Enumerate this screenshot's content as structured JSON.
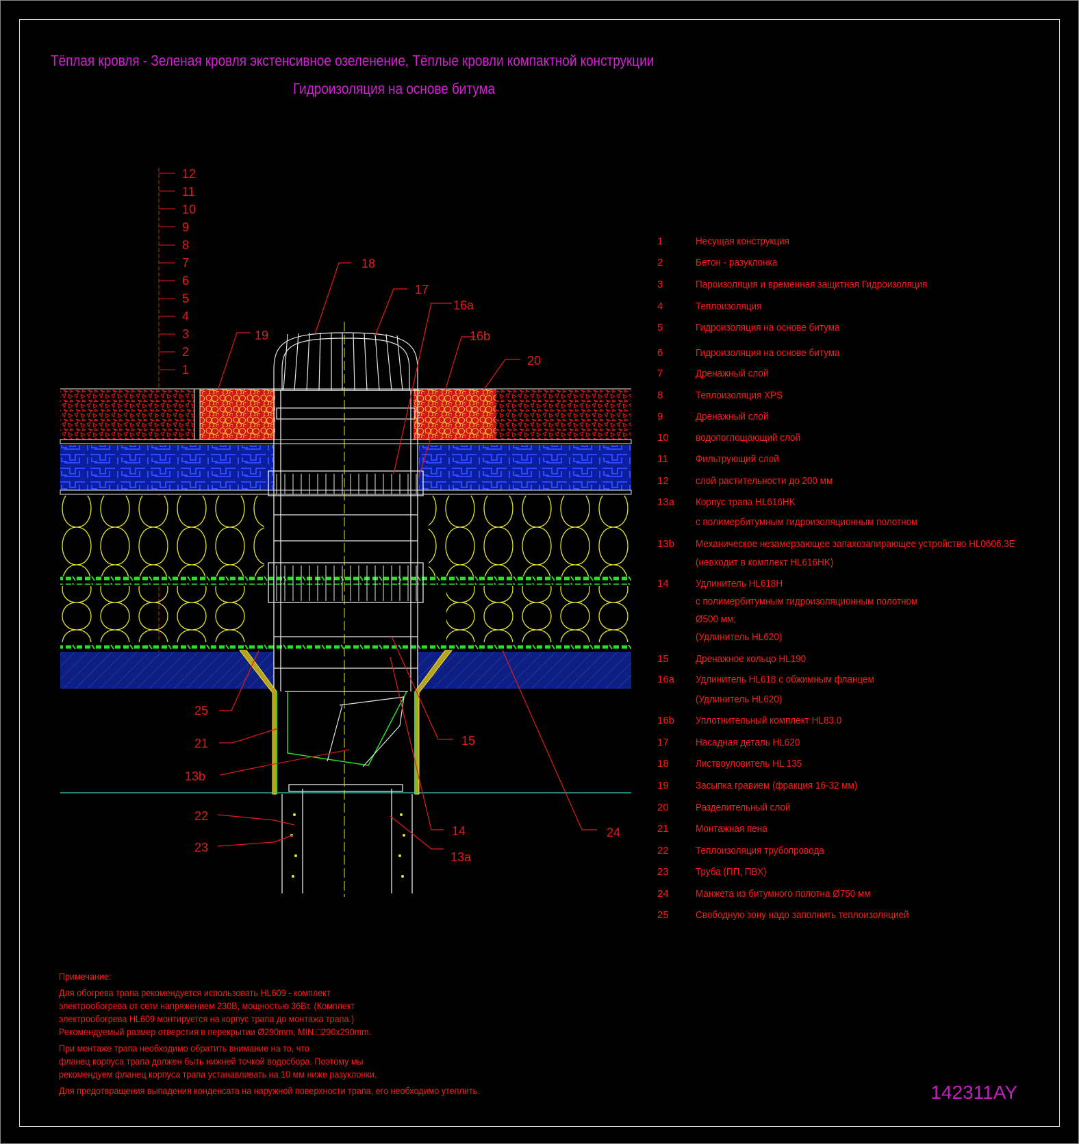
{
  "title": {
    "line1": "Тёплая кровля - Зеленая кровля экстенсивное озеленение, Тёплые кровли компактной конструкции",
    "line2": "Гидроизоляция на основе битума"
  },
  "drawing_code": "142311AY",
  "layer_scale": [
    "12",
    "11",
    "10",
    "9",
    "8",
    "7",
    "6",
    "5",
    "4",
    "3",
    "2",
    "1"
  ],
  "callouts": [
    "18",
    "17",
    "16a",
    "16b",
    "19",
    "20",
    "25",
    "21",
    "13b",
    "15",
    "22",
    "23",
    "14",
    "13a",
    "24"
  ],
  "legend": [
    {
      "num": "1",
      "text": "Несущая конструкция"
    },
    {
      "num": "2",
      "text": "Бетон - разуклонка"
    },
    {
      "num": "3",
      "text": "Пароизоляция и временная защитная Гидроизоляция"
    },
    {
      "num": "4",
      "text": "Теплоизоляция"
    },
    {
      "num": "5",
      "text": "Гидроизоляция на основе битума"
    },
    {
      "num": "6",
      "text": "Гидроизоляция на основе битума"
    },
    {
      "num": "7",
      "text": "Дренажный слой"
    },
    {
      "num": "8",
      "text": "Теплоизоляция XPS"
    },
    {
      "num": "9",
      "text": "Дренажный слой"
    },
    {
      "num": "10",
      "text": "водопоглощающий слой"
    },
    {
      "num": "11",
      "text": "Фильтрующий слой"
    },
    {
      "num": "12",
      "text": "слой растительности до 200 мм"
    },
    {
      "num": "13a",
      "text": "Корпус трапа HL616HK"
    },
    {
      "num": "",
      "text": "с полимербитумным гидроизоляционным полотном"
    },
    {
      "num": "13b",
      "text": "Механическое незамерзающее запахозапирающее устройство HL0606.3E"
    },
    {
      "num": "",
      "text": "(невходит в комплект HL616HK)"
    },
    {
      "num": "14",
      "text": "Удлинитель HL618H"
    },
    {
      "num": "",
      "text": " с полимербитумным гидроизоляционным полотном"
    },
    {
      "num": "",
      "text": "Ø500 мм;"
    },
    {
      "num": "",
      "text": "(Удлинитель HL620)"
    },
    {
      "num": "15",
      "text": "Дренажное кольцо HL190"
    },
    {
      "num": "16a",
      "text": "Удлинитель HL618 с обжимным фланцем"
    },
    {
      "num": "",
      "text": "(Удлинитель HL620)"
    },
    {
      "num": "16b",
      "text": "Уплотнительный комплект HL83.0"
    },
    {
      "num": "17",
      "text": "Насадная деталь HL620"
    },
    {
      "num": "18",
      "text": "Листвоуловитель HL 135"
    },
    {
      "num": "19",
      "text": "Засыпка гравием (фракция 16-32 мм)"
    },
    {
      "num": "20",
      "text": "Разделительный слой"
    },
    {
      "num": "21",
      "text": "Монтажная пена"
    },
    {
      "num": "22",
      "text": "Теплоизоляция трубопровода"
    },
    {
      "num": "23",
      "text": "Труба (ПП, ПВХ)"
    },
    {
      "num": "24",
      "text": "Манжета из битумного полотна Ø750 мм"
    },
    {
      "num": "25",
      "text": " Свободную зону надо заполнить теплоизоляцией"
    }
  ],
  "notes": [
    "Примечание:",
    "Для обогрева трапа рекомендуется использовать HL609 - комплект",
    "электрообогрева от сети напряжением 230В, мощностью 36Вт. (Комплект",
    "электрообогрева HL609 монтируется на корпус трапа до монтажа трапа.)",
    "Рекомендуемый размер отверстия в перекрытии Ø290mm, MIN.□290x290mm.",
    "При монтаже трапа необходимо обратить внимание на то, что",
    "фланец корпуса трапа должен быть нижней точкой водосбора. Поэтому мы",
    "рекомендуем фланец корпуса трапа устанавливать на 10 мм ниже разуклонки.",
    "Для предотвращения выпадения конденсата на наружной поверхности трапа, его необходимо утеплить."
  ]
}
